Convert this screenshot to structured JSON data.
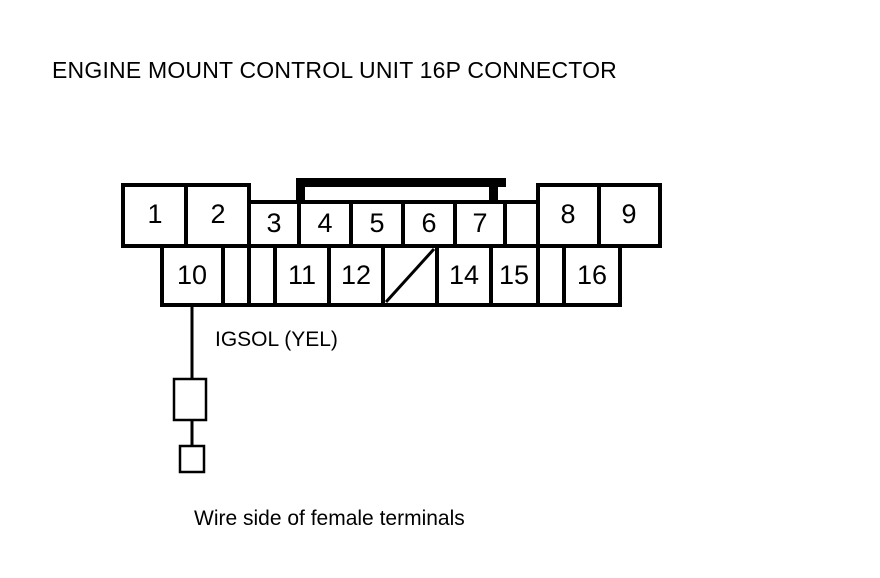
{
  "title": "ENGINE MOUNT CONTROL UNIT 16P CONNECTOR",
  "caption": "Wire side of female terminals",
  "wire": {
    "label": "IGSOL (YEL)",
    "signal_name": "IGSOL",
    "color_code": "YEL",
    "from_terminal": "10"
  },
  "connector": {
    "name": "Engine Mount Control Unit 16P Connector",
    "pin_count": 16,
    "view": "Wire side of female terminals",
    "stroke_color": "#000000",
    "fill_color": "#ffffff",
    "top_row": [
      {
        "id": "1",
        "label": "1",
        "empty": false
      },
      {
        "id": "2",
        "label": "2",
        "empty": false
      },
      {
        "id": "3",
        "label": "3",
        "empty": false
      },
      {
        "id": "4",
        "label": "4",
        "empty": false
      },
      {
        "id": "5",
        "label": "5",
        "empty": false
      },
      {
        "id": "6",
        "label": "6",
        "empty": false
      },
      {
        "id": "7",
        "label": "7",
        "empty": false
      },
      {
        "id": "t-blank",
        "label": "",
        "empty": true
      },
      {
        "id": "8",
        "label": "8",
        "empty": false
      },
      {
        "id": "9",
        "label": "9",
        "empty": false
      }
    ],
    "bottom_row": [
      {
        "id": "10",
        "label": "10",
        "empty": false
      },
      {
        "id": "b-blank-1",
        "label": "",
        "empty": true
      },
      {
        "id": "b-blank-2",
        "label": "",
        "empty": true
      },
      {
        "id": "11",
        "label": "11",
        "empty": false
      },
      {
        "id": "12",
        "label": "12",
        "empty": false
      },
      {
        "id": "13",
        "label": "",
        "empty": false,
        "unused": true
      },
      {
        "id": "14",
        "label": "14",
        "empty": false
      },
      {
        "id": "15",
        "label": "15",
        "empty": false
      },
      {
        "id": "b-blank-3",
        "label": "",
        "empty": true
      },
      {
        "id": "16",
        "label": "16",
        "empty": false
      }
    ],
    "latch": {
      "present": true,
      "tab_count": 2
    }
  },
  "stubs": [
    {
      "id": "stub-large",
      "label": ""
    },
    {
      "id": "stub-small",
      "label": ""
    }
  ]
}
